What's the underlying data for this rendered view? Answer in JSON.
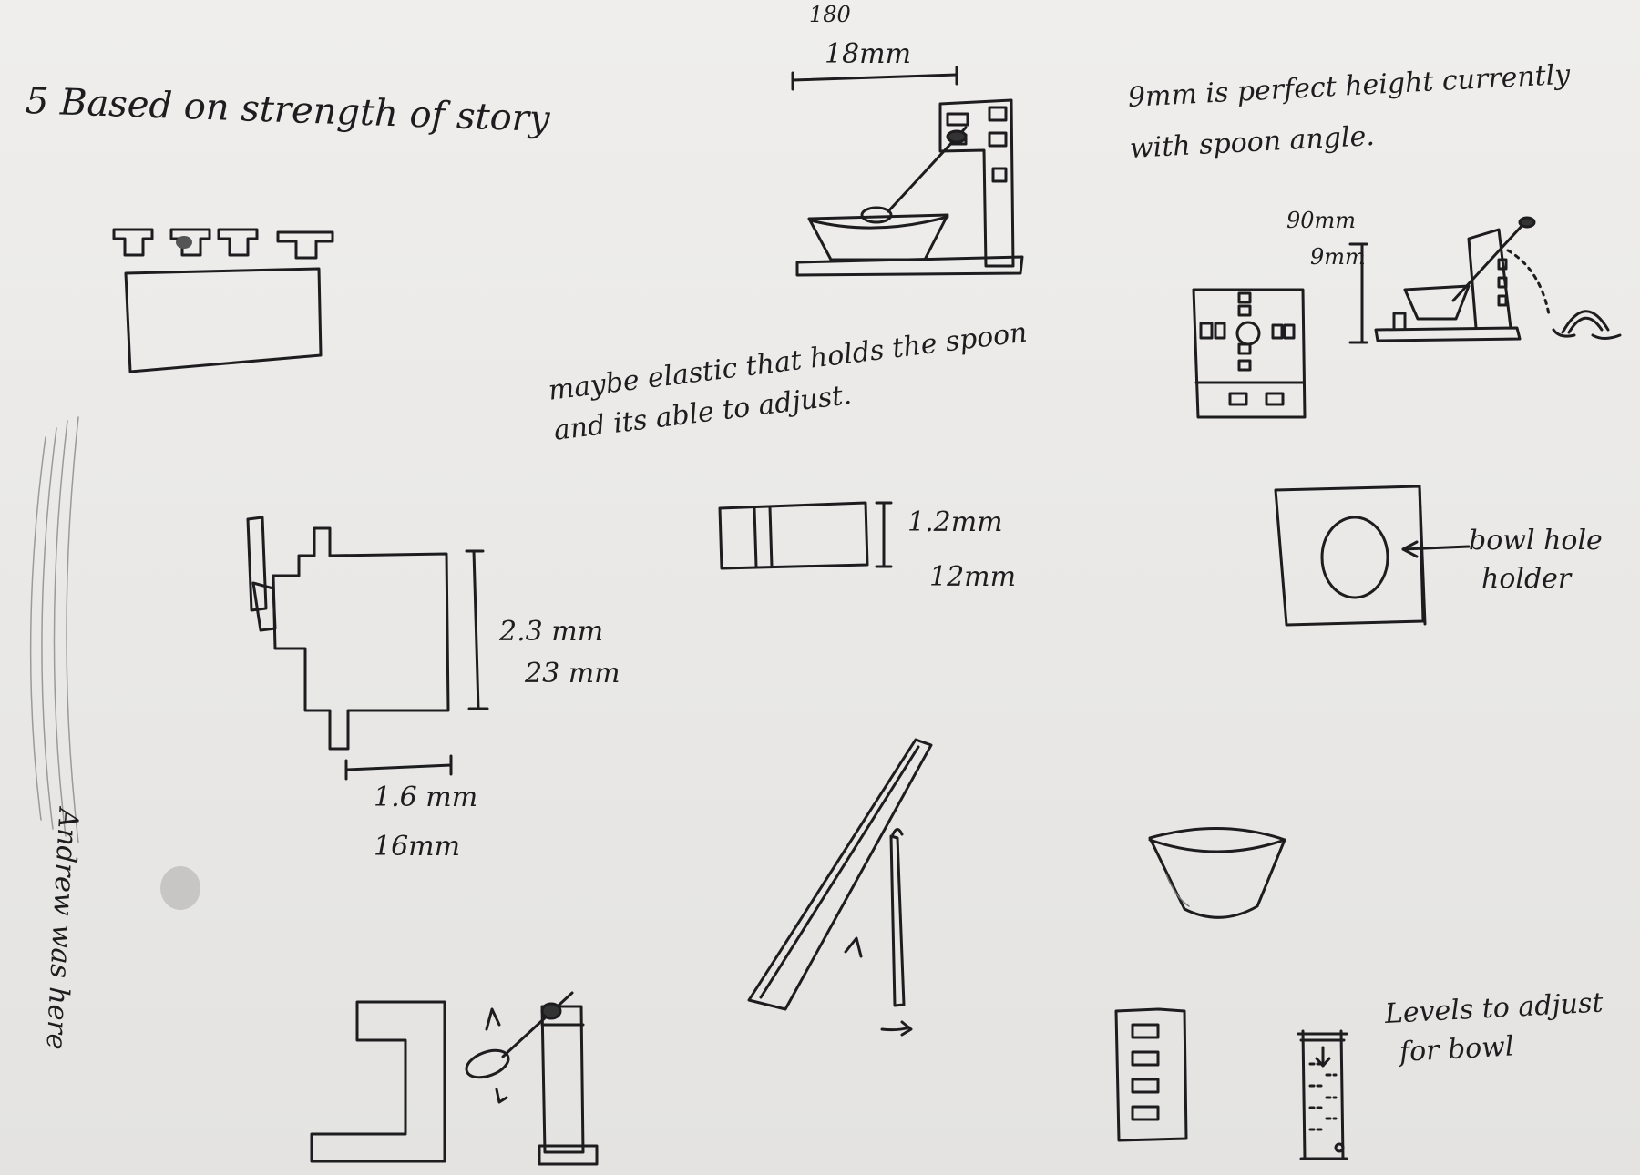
{
  "heading": "5 Based on strength of story",
  "top_note": [
    "9mm is perfect height currently",
    "with spoon angle."
  ],
  "top_dim": {
    "upper": "180",
    "lower": "18mm"
  },
  "height_dim": {
    "upper": "90mm",
    "lower": "9mm"
  },
  "elastic_note": [
    "maybe elastic that holds the spoon",
    "and its able to adjust."
  ],
  "thickness_dim": {
    "a": "1.2mm",
    "b": "12mm"
  },
  "bowl_hole_note": [
    "bowl hole",
    "holder"
  ],
  "servo_height_dim": {
    "a": "2.3 mm",
    "b": "23 mm"
  },
  "servo_width_dim": {
    "a": "1.6 mm",
    "b": "16mm"
  },
  "signature": "Andrew was here",
  "levels_note": [
    "Levels to adjust",
    "for bowl"
  ],
  "colors": {
    "ink": "#1d1d1f",
    "paper": "#ecebe9"
  }
}
